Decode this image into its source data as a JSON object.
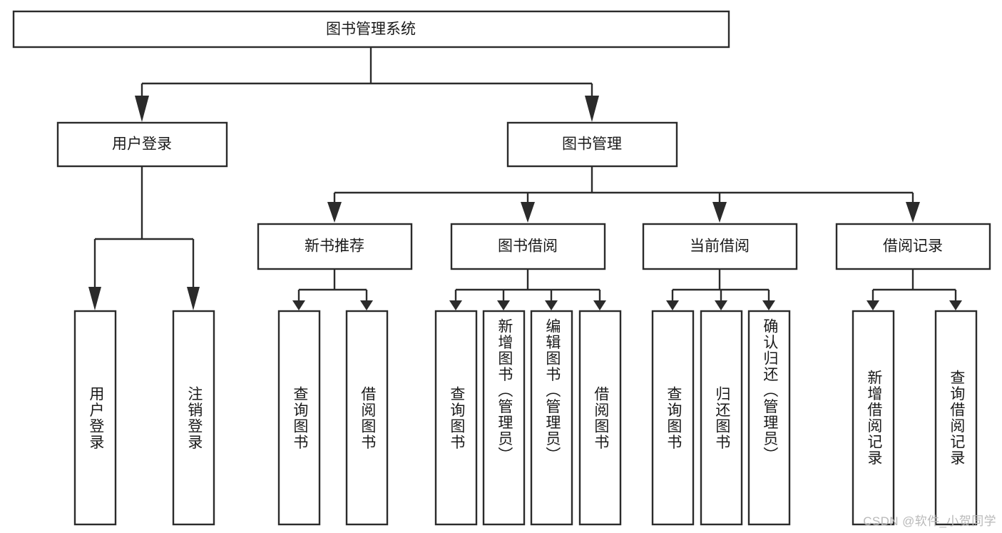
{
  "diagram": {
    "title": "图书管理系统",
    "type": "tree-hierarchy",
    "root": {
      "id": "root",
      "label": "图书管理系统",
      "orientation": "horizontal"
    },
    "level2": [
      {
        "id": "user-login",
        "label": "用户登录",
        "orientation": "horizontal"
      },
      {
        "id": "book-manage",
        "label": "图书管理",
        "orientation": "horizontal"
      }
    ],
    "level3": [
      {
        "id": "new-book-recommend",
        "label": "新书推荐",
        "orientation": "horizontal",
        "parent": "book-manage"
      },
      {
        "id": "book-borrow",
        "label": "图书借阅",
        "orientation": "horizontal",
        "parent": "book-manage"
      },
      {
        "id": "current-borrow",
        "label": "当前借阅",
        "orientation": "horizontal",
        "parent": "book-manage"
      },
      {
        "id": "borrow-record",
        "label": "借阅记录",
        "orientation": "horizontal",
        "parent": "book-manage"
      }
    ],
    "leaves": [
      {
        "id": "leaf-user-login",
        "label": "用户登录",
        "orientation": "vertical",
        "parent": "user-login"
      },
      {
        "id": "leaf-user-logout",
        "label": "注销登录",
        "orientation": "vertical",
        "parent": "user-login"
      },
      {
        "id": "leaf-query-book-1",
        "label": "查询图书",
        "orientation": "vertical",
        "parent": "new-book-recommend"
      },
      {
        "id": "leaf-borrow-book-1",
        "label": "借阅图书",
        "orientation": "vertical",
        "parent": "new-book-recommend"
      },
      {
        "id": "leaf-query-book-2",
        "label": "查询图书",
        "orientation": "vertical",
        "parent": "book-borrow"
      },
      {
        "id": "leaf-add-book",
        "label": "新增图书（管理员）",
        "orientation": "vertical",
        "parent": "book-borrow"
      },
      {
        "id": "leaf-edit-book",
        "label": "编辑图书（管理员）",
        "orientation": "vertical",
        "parent": "book-borrow"
      },
      {
        "id": "leaf-borrow-book-2",
        "label": "借阅图书",
        "orientation": "vertical",
        "parent": "book-borrow"
      },
      {
        "id": "leaf-query-book-3",
        "label": "查询图书",
        "orientation": "vertical",
        "parent": "current-borrow"
      },
      {
        "id": "leaf-return-book",
        "label": "归还图书",
        "orientation": "vertical",
        "parent": "current-borrow"
      },
      {
        "id": "leaf-confirm-return",
        "label": "确认归还（管理员）",
        "orientation": "vertical",
        "parent": "current-borrow"
      },
      {
        "id": "leaf-add-record",
        "label": "新增借阅记录",
        "orientation": "vertical",
        "parent": "borrow-record"
      },
      {
        "id": "leaf-query-record",
        "label": "查询借阅记录",
        "orientation": "vertical",
        "parent": "borrow-record"
      }
    ],
    "colors": {
      "stroke": "#2b2b2b",
      "fill": "#ffffff",
      "text": "#1a1a1a",
      "watermark": "#b9b9b9",
      "background": "#ffffff"
    }
  },
  "watermark": {
    "text": "CSDN @软件_小贺同学"
  }
}
